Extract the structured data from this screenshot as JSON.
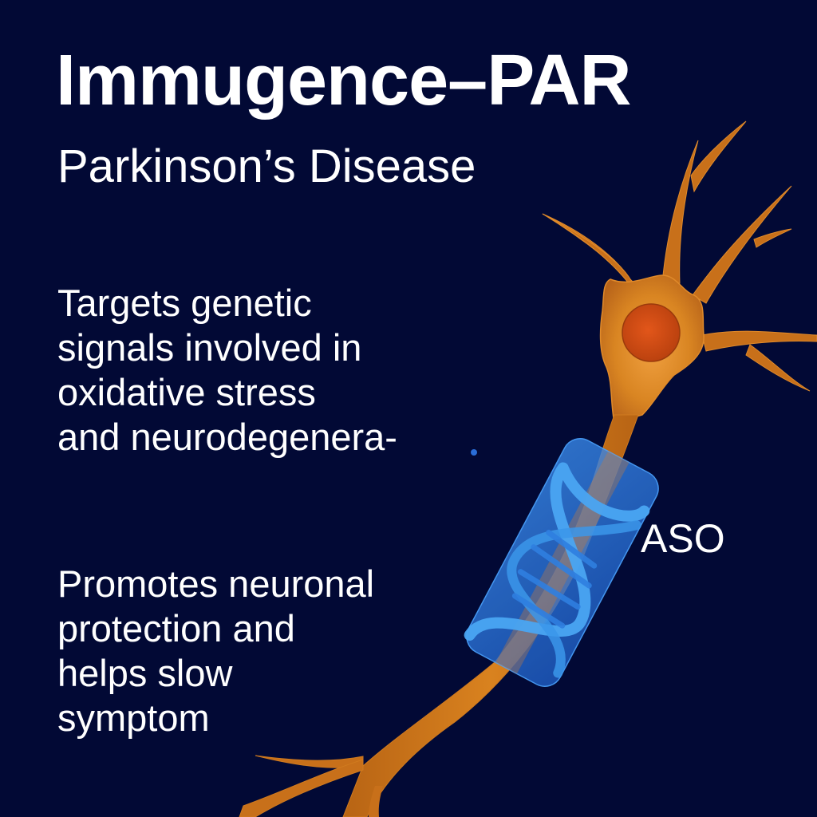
{
  "poster": {
    "title": "Immugence–PAR",
    "subtitle": "Parkinson’s Disease",
    "paragraphs": [
      {
        "lines": [
          "Targets genetic",
          "signals involved in",
          "oxidative stress",
          "and neurodegenera-"
        ]
      },
      {
        "lines": [
          "Promotes neuronal",
          "protection and",
          "helps slow",
          "symptom"
        ]
      }
    ],
    "illustration": {
      "label": "ASO",
      "elements": [
        "neuron-icon",
        "dna-helix-icon",
        "aso-capsule-icon"
      ]
    }
  },
  "colors": {
    "background": "#020935",
    "text": "#ffffff",
    "neuron": "#c8701a",
    "neuron_highlight": "#e89a35",
    "nucleus": "#c8470f",
    "aso_capsule": "#2d7fe0",
    "dna_strand": "#3b96ea"
  }
}
